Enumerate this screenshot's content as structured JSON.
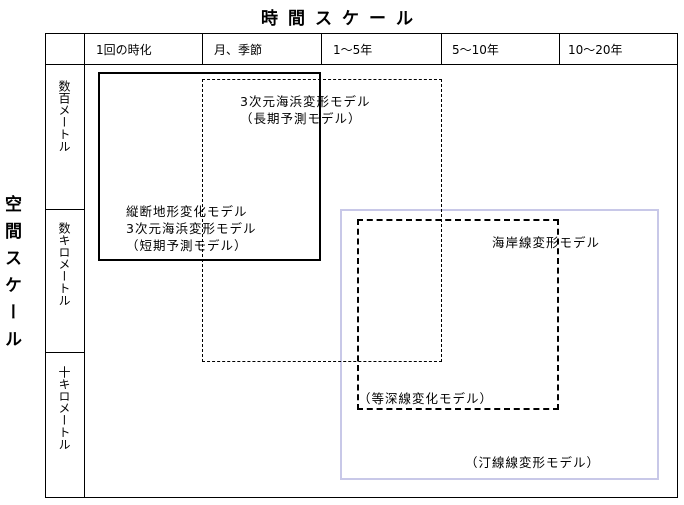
{
  "title_x": "時間スケール",
  "title_y": "空間スケール",
  "columns": [
    "1回の時化",
    "月、季節",
    "1～5年",
    "5～10年",
    "10～20年"
  ],
  "rows": [
    "数百メートル",
    "数キロメートル",
    "十キロメートル"
  ],
  "models": {
    "m1_line1": "縦断地形変化モデル",
    "m1_line2": "3次元海浜変形モデル",
    "m1_line3": "（短期予測モデル）",
    "m2_line1": "3次元海浜変形モデル",
    "m2_line2": "（長期予測モデル）",
    "m3": "海岸線変形モデル",
    "m4": "（等深線変化モデル）",
    "m5": "（汀線線変形モデル）"
  },
  "colors": {
    "lavender_box": "#c8c8e8",
    "line": "#000000"
  }
}
